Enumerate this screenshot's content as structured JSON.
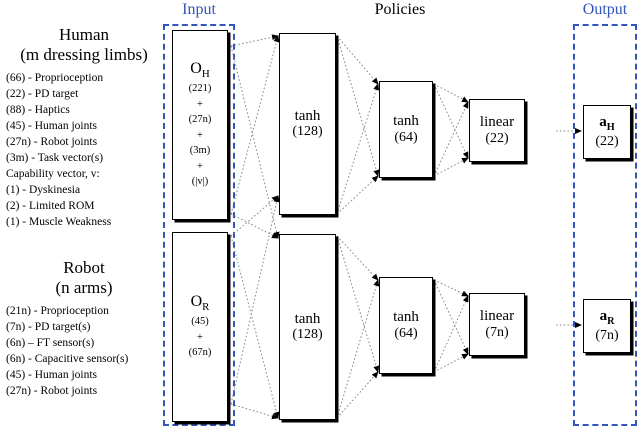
{
  "headers": {
    "input": "Input",
    "policies": "Policies",
    "output": "Output"
  },
  "colors": {
    "group_border": "#3355bb",
    "header_blue": "#3355bb",
    "header_dark": "#000000",
    "node_border": "#000000",
    "wire": "#888888"
  },
  "human": {
    "title": "Human",
    "subtitle": "(m dressing limbs)",
    "items": [
      "(66) - Proprioception",
      "(22) - PD target",
      "(88) - Haptics",
      "(45) - Human joints",
      "(27n) - Robot joints",
      "(3m) - Task vector(s)",
      "Capability vector, v:",
      "(1) - Dyskinesia",
      "(2) - Limited ROM",
      "(1) - Muscle Weakness"
    ]
  },
  "robot": {
    "title": "Robot",
    "subtitle": "(n arms)",
    "items": [
      "(21n) - Proprioception",
      "(7n) - PD target(s)",
      "(6n) – FT sensor(s)",
      "(6n) - Capacitive sensor(s)",
      "(45) - Human joints",
      "(27n) - Robot joints"
    ]
  },
  "observations": {
    "human": {
      "symbol": "O",
      "subscript": "H",
      "terms": [
        "(221)",
        "(27n)",
        "(3m)",
        "(|v|)"
      ],
      "plus": "+"
    },
    "robot": {
      "symbol": "O",
      "subscript": "R",
      "terms": [
        "(45)",
        "(67n)"
      ],
      "plus": "+"
    }
  },
  "policy_human": {
    "layers": [
      {
        "name": "tanh",
        "size": "(128)"
      },
      {
        "name": "tanh",
        "size": "(64)"
      },
      {
        "name": "linear",
        "size": "(22)"
      }
    ]
  },
  "policy_robot": {
    "layers": [
      {
        "name": "tanh",
        "size": "(128)"
      },
      {
        "name": "tanh",
        "size": "(64)"
      },
      {
        "name": "linear",
        "size": "(7n)"
      }
    ]
  },
  "outputs": {
    "human": {
      "symbol": "a",
      "subscript": "H",
      "size": "(22)"
    },
    "robot": {
      "symbol": "a",
      "subscript": "R",
      "size": "(7n)"
    }
  }
}
